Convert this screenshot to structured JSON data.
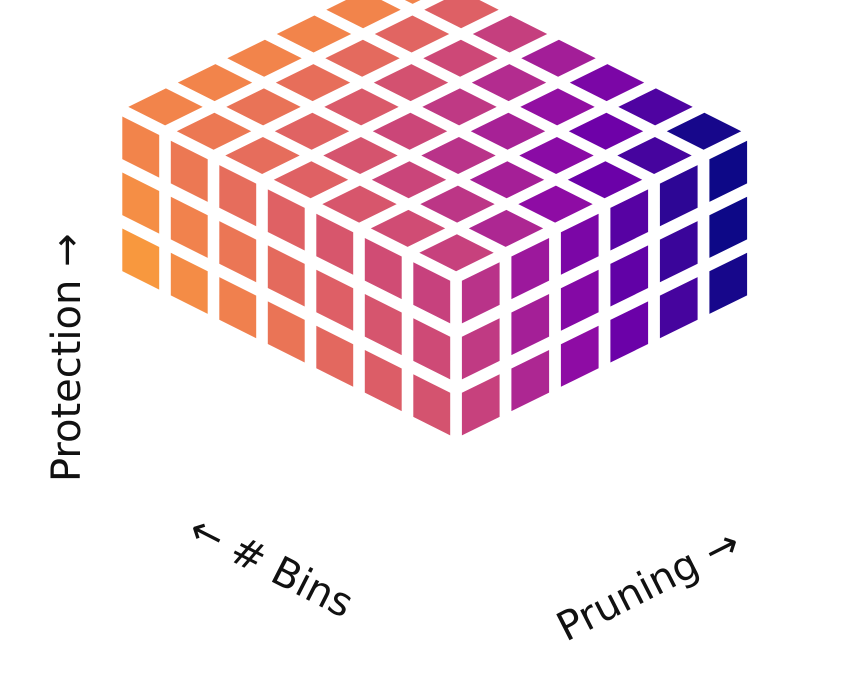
{
  "diagram": {
    "labels": {
      "protection": "Protection →",
      "bins": "← # Bins",
      "pruning": "Pruning →"
    },
    "grid": {
      "bins_count": 7,
      "pruning_count": 6,
      "protection_count": 3
    },
    "palette": [
      "#0d0887",
      "#41049d",
      "#6a00a8",
      "#8f0da4",
      "#b12a90",
      "#cc4778",
      "#e16462",
      "#f2844b",
      "#fca636",
      "#fcce25",
      "#f0f921"
    ],
    "background": "#ffffff"
  }
}
